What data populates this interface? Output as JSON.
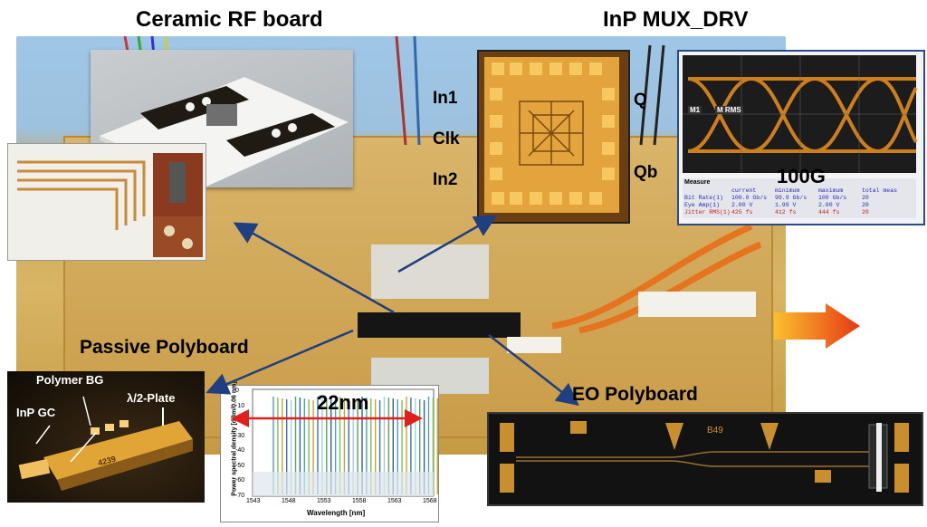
{
  "labels": {
    "ceramic": "Ceramic RF board",
    "mux": "InP MUX_DRV",
    "in1": "In1",
    "clk": "Clk",
    "in2": "In2",
    "q": "Q",
    "qb": "Qb",
    "rate": "100G",
    "passive": "Passive Polyboard",
    "polymer_bg": "Polymer BG",
    "half_plate": "λ/2-Plate",
    "inp_gc": "InP GC",
    "span": "22nm",
    "eo": "EO Polyboard",
    "chip_id": "4239",
    "eo_id": "B49"
  },
  "spectrum": {
    "ylabel": "Power spectral density [dBm/0.06 nm]",
    "xlabel": "Wavelength [nm]",
    "xticks": [
      "1543",
      "1548",
      "1553",
      "1558",
      "1563",
      "1568"
    ],
    "yticks": [
      "0",
      "-10",
      "-20",
      "-30",
      "-40",
      "-50",
      "-60",
      "-70"
    ]
  },
  "scope": {
    "panel_title": "Measure",
    "headers": [
      "",
      "current",
      "minimum",
      "maximum",
      "total meas"
    ],
    "rows": [
      [
        "Bit Rate(1)",
        "100.0 Gb/s",
        "99.9 Gb/s",
        "100 Gb/s",
        "20"
      ],
      [
        "Eye Amp(1)",
        "2.00 V",
        "1.99 V",
        "2.00 V",
        "20"
      ],
      [
        "Jitter RMS(1)",
        "425 fs",
        "412 fs",
        "444 fs",
        "20"
      ]
    ],
    "m1": "M1",
    "m2": "M RMS"
  },
  "colors": {
    "arrow_blue": "#1f3f80",
    "red_arrow": "#e0201c",
    "orange_arrow": "#f39a1e",
    "eye_orange": "#e08a1c",
    "gold": "#d4a94c"
  }
}
